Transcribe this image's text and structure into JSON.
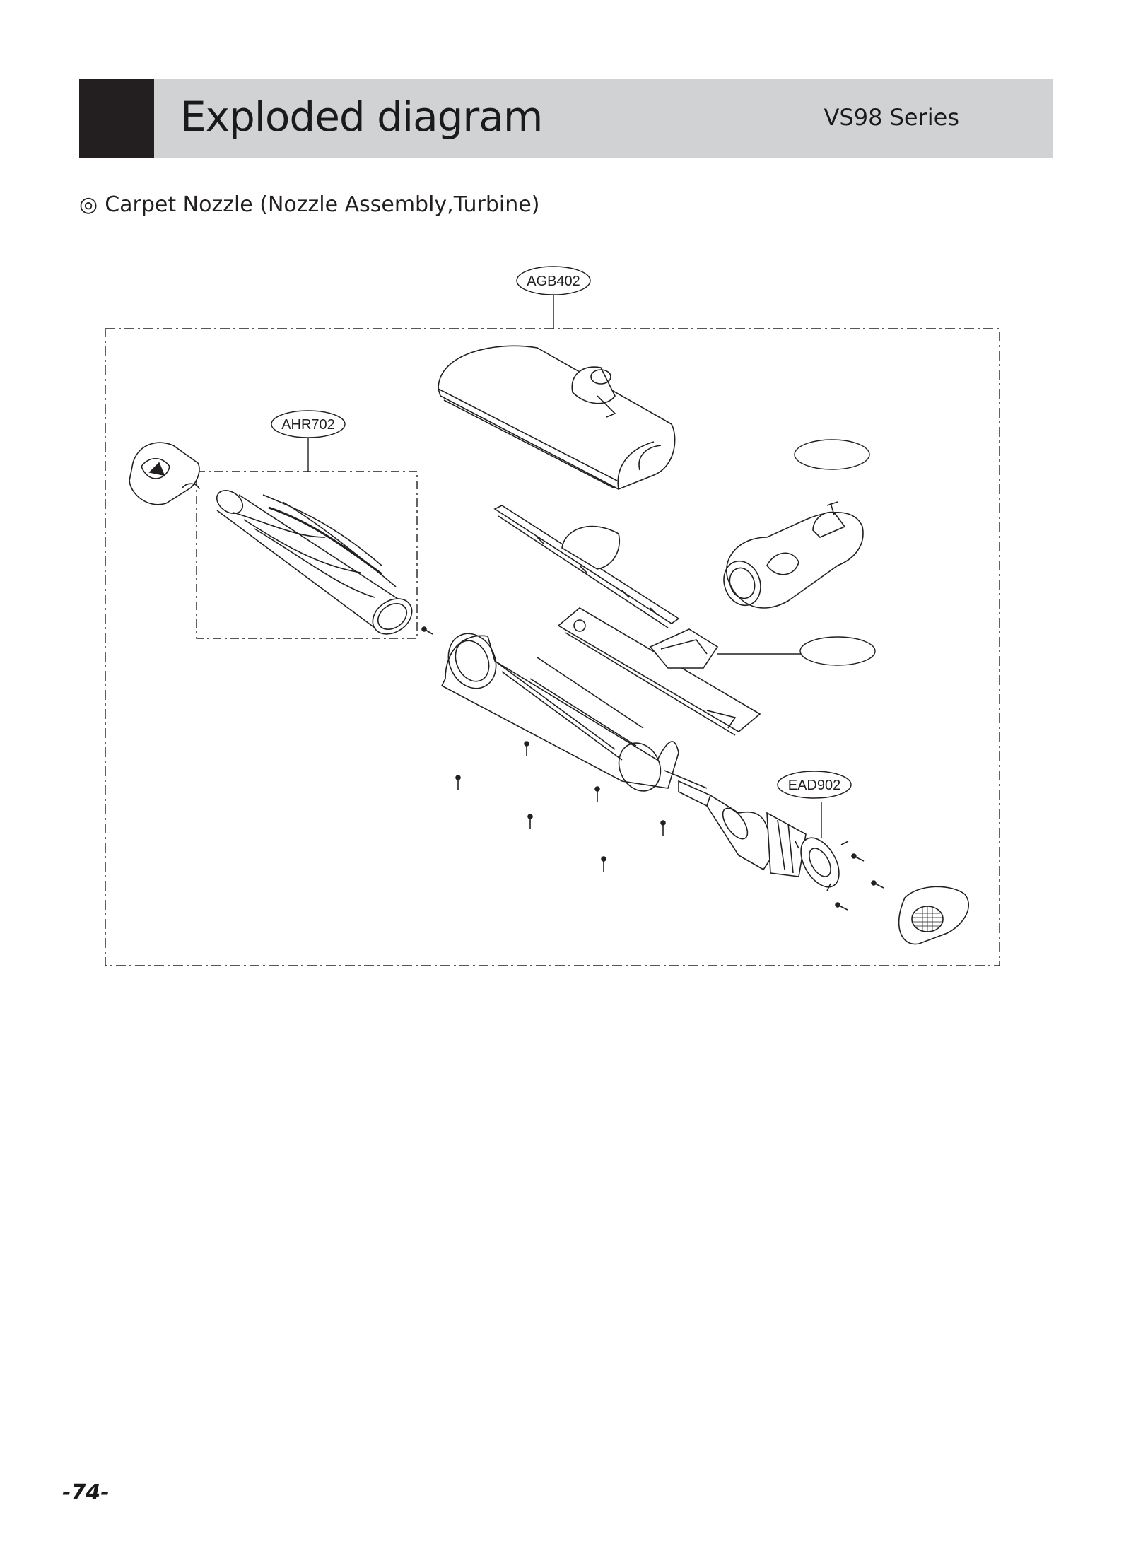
{
  "header": {
    "title": "Exploded diagram",
    "series": "VS98 Series"
  },
  "section": {
    "bullet": "◎",
    "title": "Carpet Nozzle (Nozzle Assembly,Turbine)"
  },
  "diagram": {
    "callouts": [
      {
        "id": "agb402",
        "label": "AGB402"
      },
      {
        "id": "ahr702",
        "label": "AHR702"
      },
      {
        "id": "blank-1",
        "label": ""
      },
      {
        "id": "blank-2",
        "label": ""
      },
      {
        "id": "ead902",
        "label": "EAD902"
      }
    ]
  },
  "footer": {
    "page_number": "-74-"
  }
}
